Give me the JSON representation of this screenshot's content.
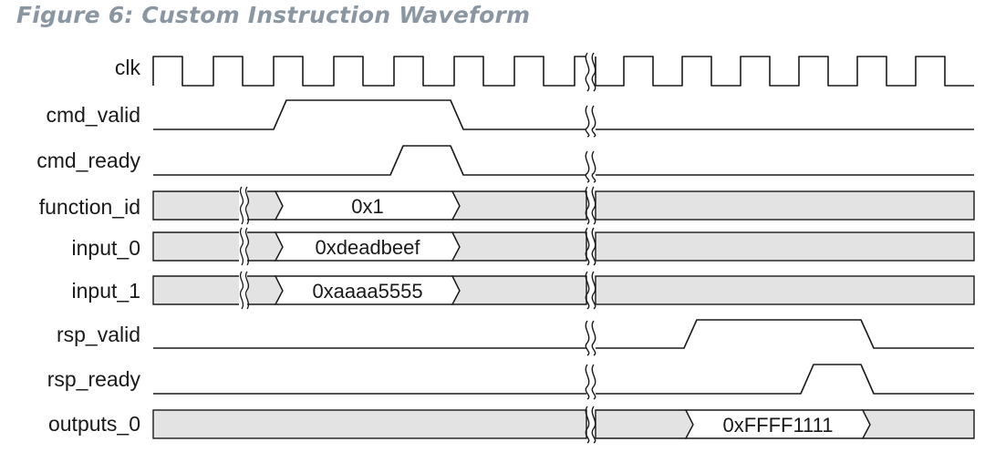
{
  "title": "Figure 6: Custom Instruction Waveform",
  "colors": {
    "title": "#8a97a3",
    "line": "#1a1a1a",
    "bus_fill": "#e3e3e3",
    "value_fill": "#ffffff"
  },
  "signals": [
    {
      "name": "clk",
      "kind": "clock"
    },
    {
      "name": "cmd_valid",
      "kind": "bit"
    },
    {
      "name": "cmd_ready",
      "kind": "bit"
    },
    {
      "name": "function_id",
      "kind": "bus",
      "value": "0x1"
    },
    {
      "name": "input_0",
      "kind": "bus",
      "value": "0xdeadbeef"
    },
    {
      "name": "input_1",
      "kind": "bus",
      "value": "0xaaaa5555"
    },
    {
      "name": "rsp_valid",
      "kind": "bit"
    },
    {
      "name": "rsp_ready",
      "kind": "bit"
    },
    {
      "name": "outputs_0",
      "kind": "bus",
      "value": "0xFFFF1111"
    }
  ]
}
